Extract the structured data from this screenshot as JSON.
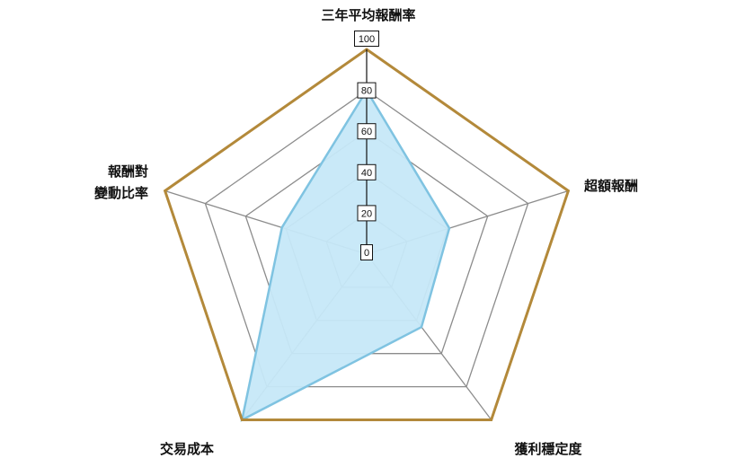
{
  "chart_data": {
    "type": "radar",
    "title": "",
    "categories": [
      "三年平均報酬率",
      "超額報酬",
      "獲利穩定度",
      "交易成本",
      "報酬對\n變動比率"
    ],
    "series": [
      {
        "name": "",
        "values": [
          80,
          41,
          44,
          100,
          42
        ]
      }
    ],
    "rlim": [
      0,
      100
    ],
    "r_ticks": [
      0,
      20,
      40,
      60,
      80,
      100
    ],
    "r_tick_labels": [
      "0",
      "20",
      "40",
      "60",
      "80",
      "100"
    ],
    "grid": true,
    "legend": "none",
    "colors": {
      "fill": "#c6e8f8",
      "stroke": "#7fc3e1",
      "outer_ring": "#b3893a",
      "grid": "#8c8c8c",
      "axis": "#111111"
    }
  },
  "labels": {
    "top": "三年平均報酬率",
    "right": "超額報酬",
    "bottom_right": "獲利穩定度",
    "bottom_left": "交易成本",
    "left_line1": "報酬對",
    "left_line2": "變動比率"
  }
}
